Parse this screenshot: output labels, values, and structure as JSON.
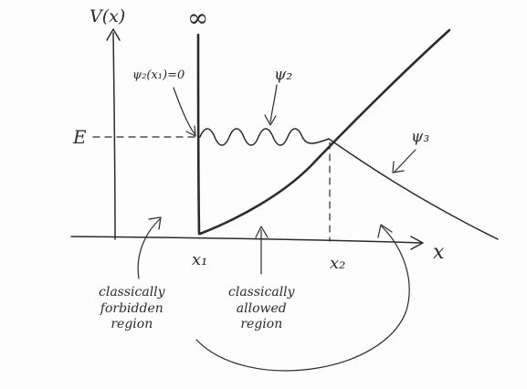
{
  "diagram": {
    "y_axis_label": "V(x)",
    "infinity_label": "∞",
    "energy_label": "E",
    "x_axis_label": "x",
    "x1_label": "x₁",
    "x2_label": "x₂",
    "boundary_condition_label": "ψ₂(x₁)=0",
    "psi2_label": "ψ₂",
    "psi3_label": "ψ₃",
    "forbidden_region": {
      "line1": "classically",
      "line2": "forbidden",
      "line3": "region"
    },
    "allowed_region": {
      "line1": "classically",
      "line2": "allowed",
      "line3": "region"
    }
  }
}
